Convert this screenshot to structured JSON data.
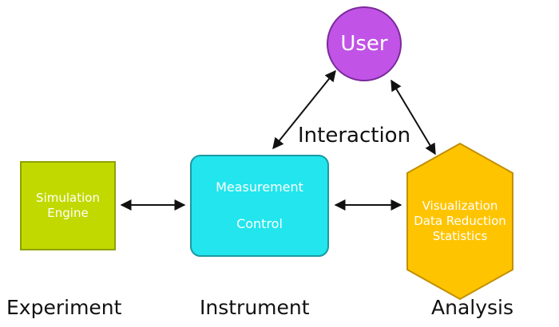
{
  "nodes": {
    "user": {
      "label": "User",
      "color": "#c153e6",
      "border": "#7a2a9a"
    },
    "simulation": {
      "line1": "Simulation",
      "line2": "Engine",
      "color": "#c2d900",
      "border": "#8ea100"
    },
    "measurement": {
      "line1": "Measurement",
      "line2": "Control",
      "color": "#22e5ee",
      "border": "#1a9aa2"
    },
    "analysis": {
      "line1": "Visualization",
      "line2": "Data Reduction",
      "line3": "Statistics",
      "color": "#ffc400",
      "border": "#c28f00"
    }
  },
  "edge_labels": {
    "interaction": "Interaction"
  },
  "captions": {
    "experiment": "Experiment",
    "instrument": "Instrument",
    "analysis": "Analysis"
  }
}
